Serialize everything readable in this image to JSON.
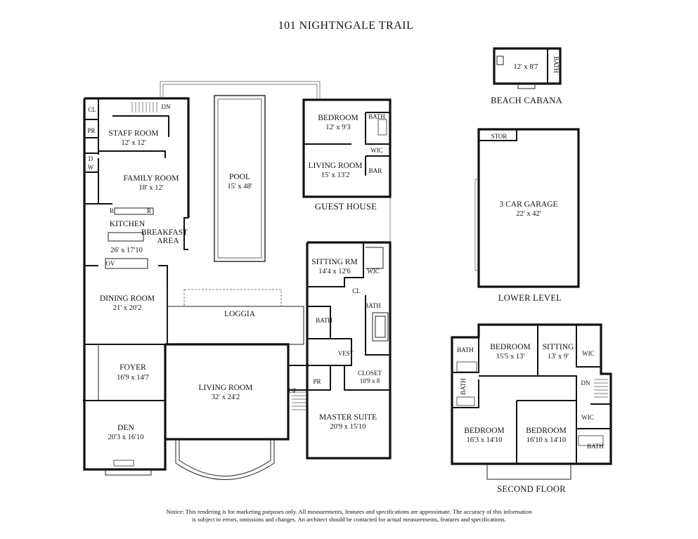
{
  "title": "101 NIGHTNGALE TRAIL",
  "main_floor": {
    "rooms": [
      {
        "name": "CL"
      },
      {
        "name": "PR"
      },
      {
        "name": "DN"
      },
      {
        "name": "STAFF ROOM",
        "dim": "12' x 12'"
      },
      {
        "name": "D"
      },
      {
        "name": "W"
      },
      {
        "name": "FAMILY ROOM",
        "dim": "18' x 12'"
      },
      {
        "name": "R"
      },
      {
        "name": "R"
      },
      {
        "name": "KITCHEN"
      },
      {
        "name": "BREAKFAST"
      },
      {
        "name": "AREA"
      },
      {
        "name": "26' x 17'10"
      },
      {
        "name": "OV"
      },
      {
        "name": "POOL",
        "dim": "15' x 48'"
      },
      {
        "name": "DINING ROOM",
        "dim": "21' x 20'2"
      },
      {
        "name": "LOGGIA"
      },
      {
        "name": "FOYER",
        "dim": "16'9 x 14'7"
      },
      {
        "name": "LIVING ROOM",
        "dim": "32' x 24'2"
      },
      {
        "name": "UP"
      },
      {
        "name": "DEN",
        "dim": "20'3 x 16'10"
      },
      {
        "name": "SITTING RM",
        "dim": "14'4 x 12'6"
      },
      {
        "name": "WIC"
      },
      {
        "name": "CL"
      },
      {
        "name": "BATH"
      },
      {
        "name": "BATH"
      },
      {
        "name": "VEST"
      },
      {
        "name": "PR"
      },
      {
        "name": "CLOSET",
        "dim": "10'9 x 8"
      },
      {
        "name": "MASTER SUITE",
        "dim": "20'9 x 15'10"
      }
    ]
  },
  "guest_house": {
    "caption": "GUEST HOUSE",
    "rooms": [
      {
        "name": "BEDROOM",
        "dim": "12' x 9'3"
      },
      {
        "name": "BATH"
      },
      {
        "name": "WIC"
      },
      {
        "name": "LIVING ROOM",
        "dim": "15' x 13'2"
      },
      {
        "name": "BAR"
      }
    ]
  },
  "cabana": {
    "caption": "BEACH CABANA",
    "rooms": [
      {
        "name": "12' x 8'7"
      },
      {
        "name": "BATH"
      }
    ]
  },
  "lower_level": {
    "caption": "LOWER LEVEL",
    "rooms": [
      {
        "name": "STOR"
      },
      {
        "name": "3 CAR GARAGE",
        "dim": "22' x 42'"
      }
    ]
  },
  "second_floor": {
    "caption": "SECOND FLOOR",
    "rooms": [
      {
        "name": "BATH"
      },
      {
        "name": "BEDROOM",
        "dim": "15'5 x 13'"
      },
      {
        "name": "SITTING",
        "dim": "13' x 9'"
      },
      {
        "name": "WIC"
      },
      {
        "name": "BATH"
      },
      {
        "name": "DN"
      },
      {
        "name": "WIC"
      },
      {
        "name": "BEDROOM",
        "dim": "16'3 x 14'10"
      },
      {
        "name": "BEDROOM",
        "dim": "16'10 x 14'10"
      },
      {
        "name": "BATH"
      }
    ]
  },
  "notice": {
    "line1": "Notice: This rendering is for marketing purposes only. All measurements, features and specifications are approximate. The accuracy of this information",
    "line2": "is subject to errors, omissions and changes. An architect should be contacted for actual measurements, features and specifications."
  }
}
